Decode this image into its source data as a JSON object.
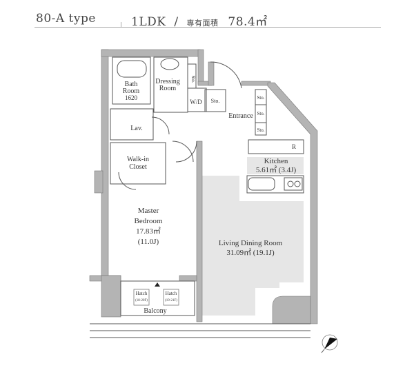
{
  "header": {
    "type_label": "80-A type",
    "layout": "1LDK",
    "separator": "/",
    "area_label": "専有面積",
    "area_value": "78.4㎡"
  },
  "rooms": {
    "bath": [
      "Bath",
      "Room",
      "1620"
    ],
    "dressing": [
      "Dressing",
      "Room"
    ],
    "wd": "W/D",
    "sto": "Sto.",
    "entrance": "Entrance",
    "lav": "Lav.",
    "walkin": [
      "Walk-in",
      "Closet"
    ],
    "kitchen": [
      "Kitchen",
      "5.61㎡  (3.4J)"
    ],
    "fridge": "R",
    "master": [
      "Master",
      "Bedroom",
      "17.83㎡",
      "(11.0J)"
    ],
    "ldr": [
      "Living Dining Room",
      "31.09㎡  (19.1J)"
    ],
    "hatch": [
      "Hatch",
      "(18-20F)",
      "(19-21F)"
    ],
    "balcony": "Balcony"
  },
  "colors": {
    "wall": "#b4b4b4",
    "floor": "#e6e6e6",
    "line": "#555555"
  }
}
